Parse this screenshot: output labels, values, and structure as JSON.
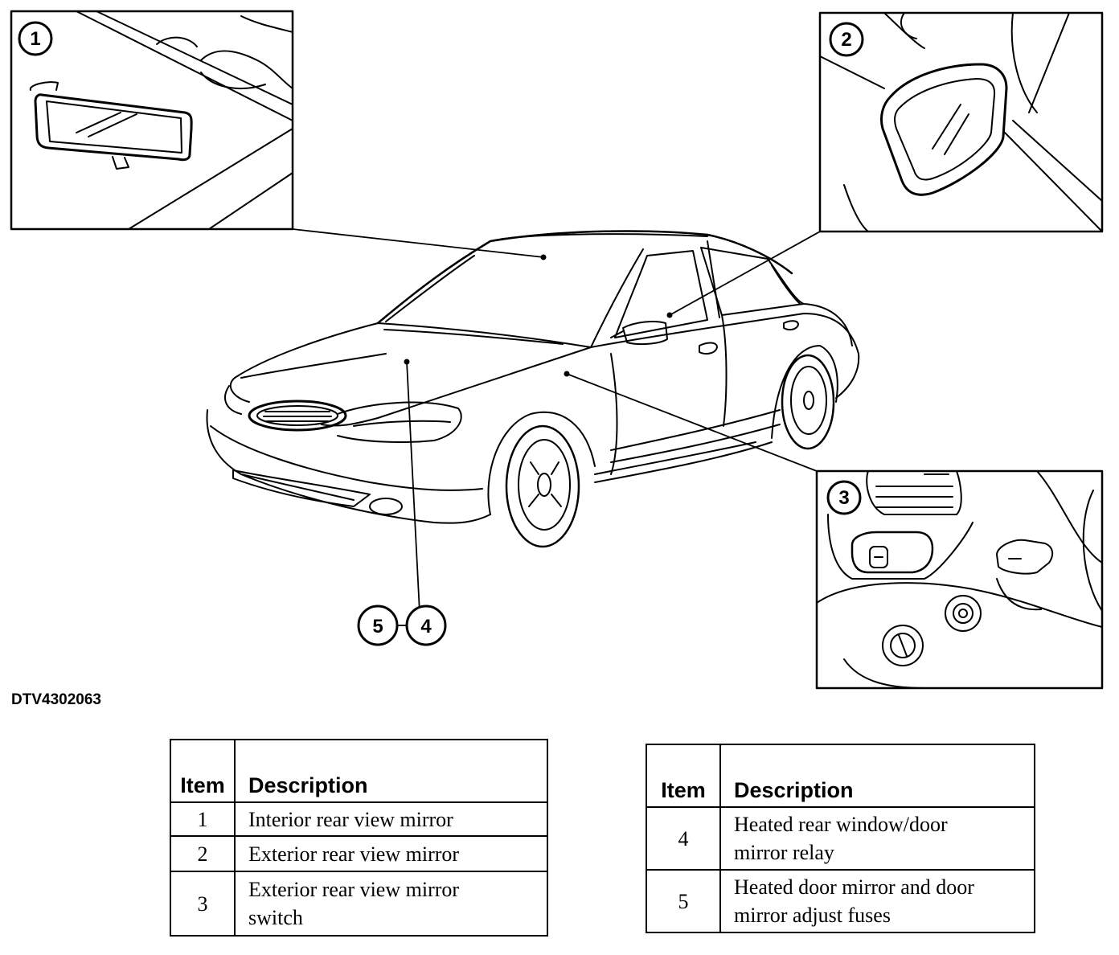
{
  "figure_id": "DTV4302063",
  "callouts": [
    "1",
    "2",
    "3",
    "4",
    "5"
  ],
  "table_left": {
    "header_item": "Item",
    "header_description": "Description",
    "rows": [
      {
        "item": "1",
        "description_lines": [
          "Interior rear view mirror"
        ]
      },
      {
        "item": "2",
        "description_lines": [
          "Exterior rear view mirror"
        ]
      },
      {
        "item": "3",
        "description_lines": [
          "Exterior rear view mirror",
          "switch"
        ]
      }
    ]
  },
  "table_right": {
    "header_item": "Item",
    "header_description": "Description",
    "rows": [
      {
        "item": "4",
        "description_lines": [
          "Heated rear window/door",
          "mirror relay"
        ]
      },
      {
        "item": "5",
        "description_lines": [
          "Heated door mirror and door",
          "mirror adjust fuses"
        ]
      }
    ]
  }
}
